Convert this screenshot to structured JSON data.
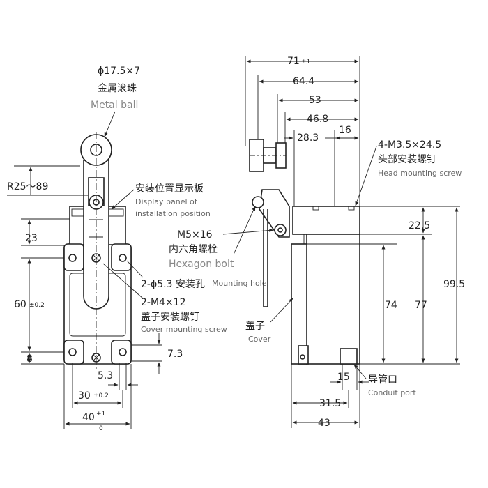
{
  "front": {
    "ball_dim": "ϕ17.5×7",
    "ball_cn": "金属滚珠",
    "ball_en": "Metal ball",
    "radius": "R25～89",
    "display_cn": "安装位置显示板",
    "display_en_1": "Display panel of",
    "display_en_2": "installation position",
    "dim_23": "23",
    "dim_60": "60",
    "dim_60_tol": "±0.2",
    "dim_8": "8",
    "mount_hole_cn": "2-ϕ5.3 安装孔",
    "mount_hole_en": "Mounting hole",
    "cover_screw_dim": "2-M4×12",
    "cover_screw_cn": "盖子安装螺钉",
    "cover_screw_en": "Cover mounting screw",
    "dim_7_3": "7.3",
    "dim_5_3": "5.3",
    "dim_30": "30",
    "dim_30_tol": "±0.2",
    "dim_40": "40",
    "dim_40_tol_up": "+1",
    "dim_40_tol_low": "0"
  },
  "side": {
    "dim_71": "71",
    "dim_71_tol": "±1",
    "dim_64_4": "64.4",
    "dim_53": "53",
    "dim_46_8": "46.8",
    "dim_28_3": "28.3",
    "dim_16": "16",
    "head_screw_dim": "4-M3.5×24.5",
    "head_screw_cn": "头部安装螺钉",
    "head_screw_en": "Head mounting screw",
    "hex_bolt_dim": "M5×16",
    "hex_bolt_cn": "内六角螺栓",
    "hex_bolt_en": "Hexagon bolt",
    "dim_22_5": "22.5",
    "dim_99_5": "99.5",
    "dim_74": "74",
    "dim_77": "77",
    "cover_cn": "盖子",
    "cover_en": "Cover",
    "dim_15": "15",
    "conduit_cn": "导管口",
    "conduit_en": "Conduit port",
    "dim_31_5": "31.5",
    "dim_43": "43"
  }
}
